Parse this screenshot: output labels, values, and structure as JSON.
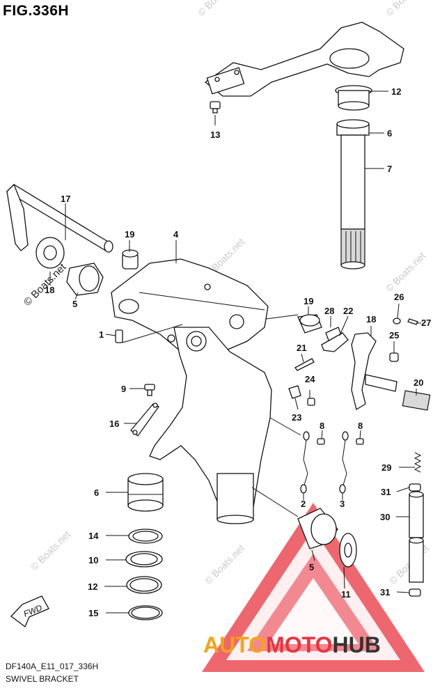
{
  "figure": {
    "title": "FIG.336H",
    "code": "DF140A_E11_017_336H",
    "caption": "SWIVEL BRACKET"
  },
  "watermarks": {
    "text": "© Boats.net",
    "color": "#c9c9c9"
  },
  "logo": {
    "part1": "AUTO",
    "part2": "MOTO",
    "part3": "HUB",
    "colors": [
      "#f5a21b",
      "#e8343f",
      "#333333"
    ]
  },
  "fwd_label": "FWD",
  "callouts": {
    "c12a": "12",
    "c6a": "6",
    "c7": "7",
    "c13": "13",
    "c17": "17",
    "c19a": "19",
    "c4": "4",
    "c18": "18",
    "c5a": "5",
    "c1": "1",
    "c19b": "19",
    "c28": "28",
    "c22": "22",
    "c26": "26",
    "c27": "27",
    "c25": "25",
    "c21": "21",
    "c24": "24",
    "c20": "20",
    "c9": "9",
    "c23": "23",
    "c8a": "8",
    "c8b": "8",
    "c16": "16",
    "c29": "29",
    "c31a": "31",
    "c6b": "6",
    "c2": "2",
    "c3": "3",
    "c30": "30",
    "c14": "14",
    "c10": "10",
    "c12b": "12",
    "c5b": "5",
    "c11": "11",
    "c15": "15",
    "c31b": "31"
  }
}
